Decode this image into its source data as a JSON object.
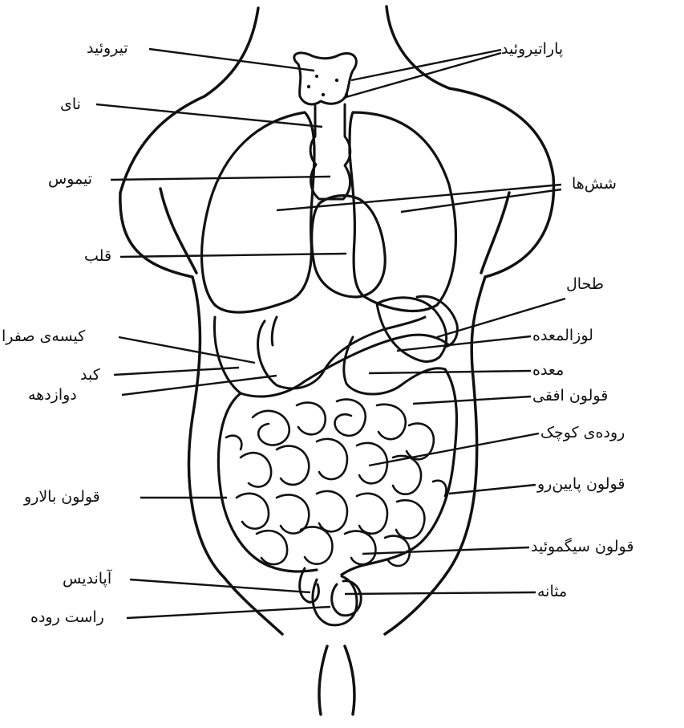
{
  "diagram": {
    "labels_left": {
      "thyroid": "تیروئید",
      "trachea": "نای",
      "thymus": "تیموس",
      "heart": "قلب",
      "gallbladder": "کیسه‌ی صفرا",
      "liver": "کبد",
      "duodenum": "دوازدهه",
      "ascending_colon": "قولون بالارو",
      "appendix": "آپاندیس",
      "rectum": "راست روده"
    },
    "labels_right": {
      "parathyroid": "پاراتیروئید",
      "lungs": "شش‌ها",
      "spleen": "طحال",
      "pancreas": "لوزالمعده",
      "stomach": "معده",
      "transverse_colon": "قولون افقی",
      "small_intestine": "روده‌ی کوچک",
      "descending_colon": "قولون پایین‌رو",
      "sigmoid_colon": "قولون سیگموئید",
      "bladder": "مثانه"
    }
  }
}
